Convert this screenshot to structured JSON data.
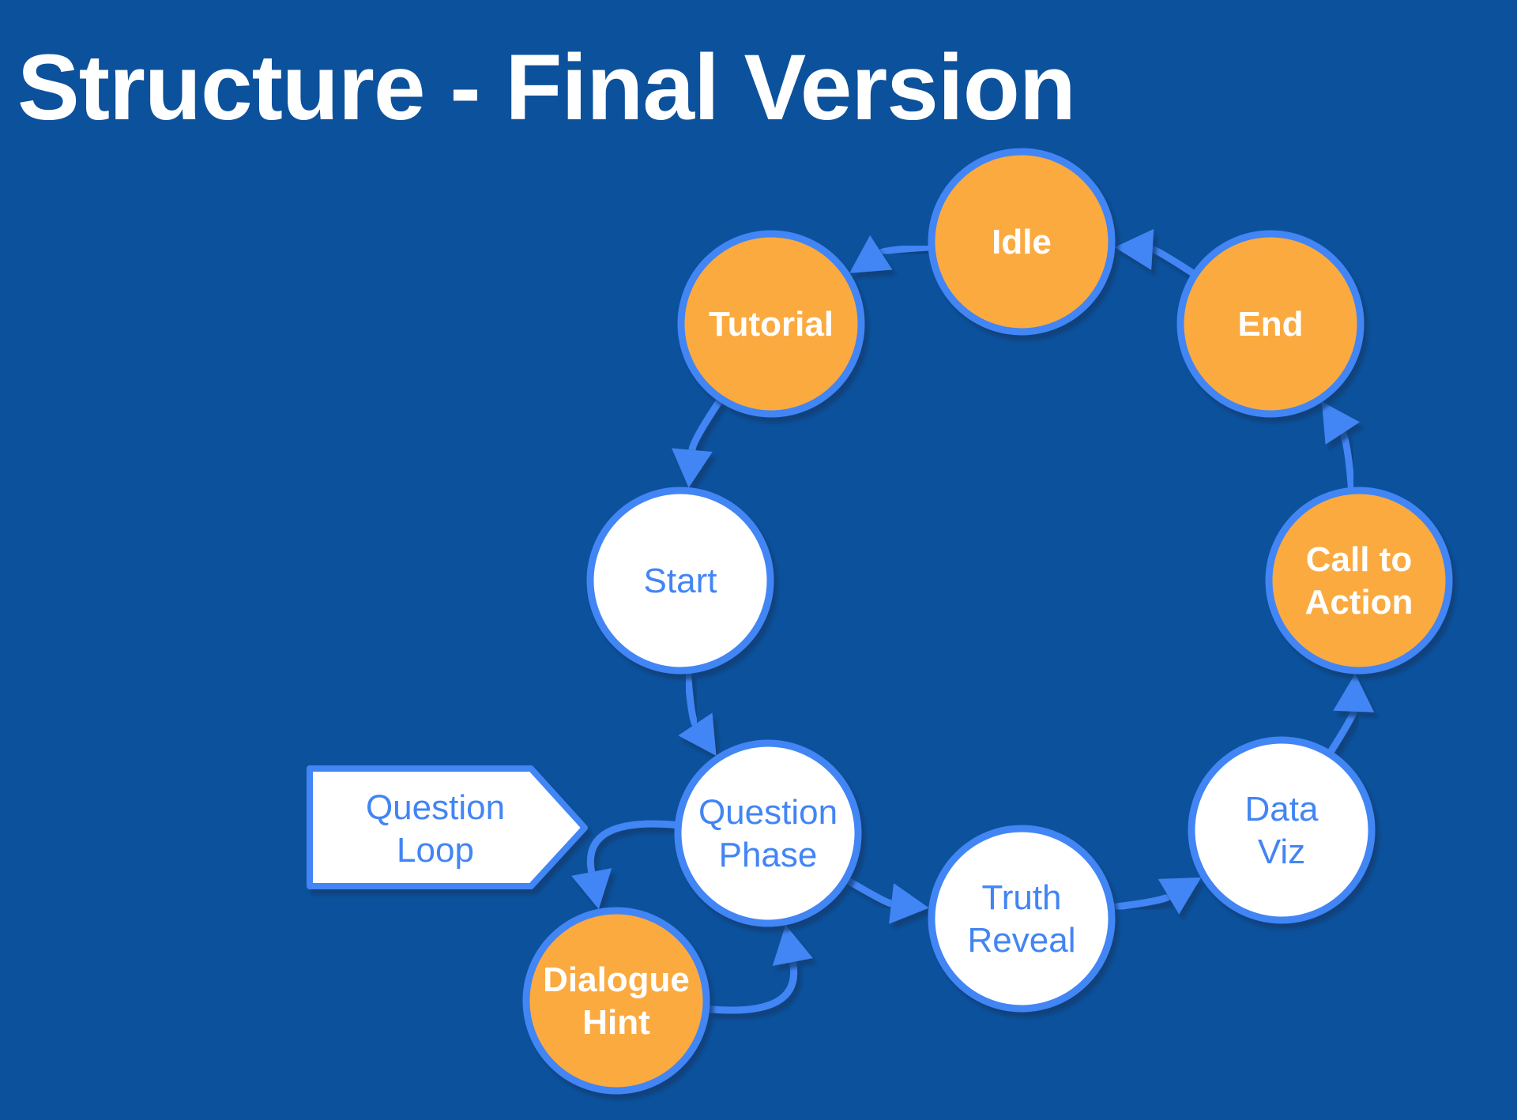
{
  "title": "Structure - Final Version",
  "colors": {
    "background": "#0c519c",
    "outline": "#4285f4",
    "orange_fill": "#fbaa3f",
    "white_fill": "#ffffff",
    "white_text": "#ffffff",
    "blue_text": "#4285f4"
  },
  "nodes": [
    {
      "id": "idle",
      "lines": [
        "Idle"
      ],
      "style": "orange"
    },
    {
      "id": "tutorial",
      "lines": [
        "Tutorial"
      ],
      "style": "orange"
    },
    {
      "id": "end",
      "lines": [
        "End"
      ],
      "style": "orange"
    },
    {
      "id": "start",
      "lines": [
        "Start"
      ],
      "style": "white"
    },
    {
      "id": "call-to-action",
      "lines": [
        "Call to",
        "Action"
      ],
      "style": "orange"
    },
    {
      "id": "question-phase",
      "lines": [
        "Question",
        "Phase"
      ],
      "style": "white"
    },
    {
      "id": "truth-reveal",
      "lines": [
        "Truth",
        "Reveal"
      ],
      "style": "white"
    },
    {
      "id": "data-viz",
      "lines": [
        "Data",
        "Viz"
      ],
      "style": "white"
    },
    {
      "id": "dialogue-hint",
      "lines": [
        "Dialogue",
        "Hint"
      ],
      "style": "orange"
    }
  ],
  "edges": [
    {
      "from": "idle",
      "to": "tutorial"
    },
    {
      "from": "tutorial",
      "to": "start"
    },
    {
      "from": "start",
      "to": "question-phase"
    },
    {
      "from": "question-phase",
      "to": "truth-reveal"
    },
    {
      "from": "truth-reveal",
      "to": "data-viz"
    },
    {
      "from": "data-viz",
      "to": "call-to-action"
    },
    {
      "from": "call-to-action",
      "to": "end"
    },
    {
      "from": "end",
      "to": "idle"
    },
    {
      "from": "question-phase",
      "to": "dialogue-hint"
    },
    {
      "from": "dialogue-hint",
      "to": "question-phase"
    }
  ],
  "callout": {
    "id": "question-loop",
    "lines": [
      "Question",
      "Loop"
    ]
  }
}
